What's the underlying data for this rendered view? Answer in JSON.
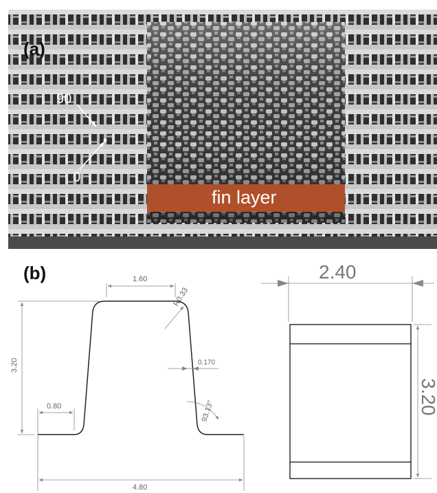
{
  "panel_a": {
    "label": "(a)",
    "angle_top": "90",
    "angle_bottom": "0",
    "inset_caption": "fin layer"
  },
  "panel_b": {
    "label": "(b)",
    "profile": {
      "top_width": "1.60",
      "corner_radius": "R0.33",
      "height": "3.20",
      "thickness": "0.170",
      "foot_width": "0.80",
      "angle": "93.13°",
      "pitch": "4.80"
    },
    "section": {
      "width": "2.40",
      "height": "3.20"
    }
  },
  "colors": {
    "metal_light": "#d8d8d8",
    "metal_dark": "#3a3a3a",
    "inset_base": "#b0502a",
    "dimension_line": "#888888"
  }
}
